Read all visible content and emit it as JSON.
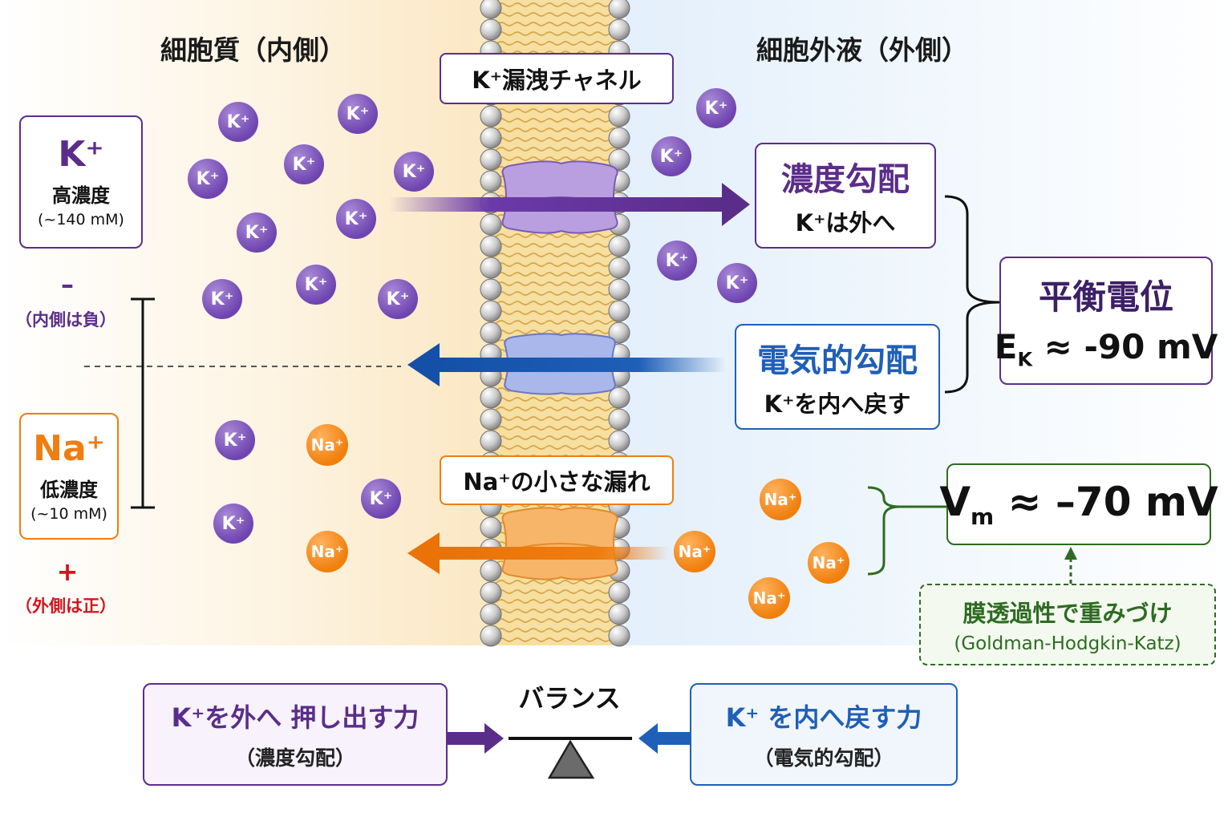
{
  "titles": {
    "inside": "細胞質（内側）",
    "outside": "細胞外液（外側）"
  },
  "k_box": {
    "ion": "K⁺",
    "level": "高濃度",
    "conc": "(~140 mM)"
  },
  "na_box": {
    "ion": "Na⁺",
    "level": "低濃度",
    "conc": "(~10 mM)"
  },
  "signs": {
    "minus": "–",
    "minus_note": "（内側は負）",
    "plus": "+",
    "plus_note": "（外側は正）"
  },
  "ion_labels": {
    "k": "K⁺",
    "na": "Na⁺"
  },
  "channel_labels": {
    "k_leak": "K⁺漏洩チャネル",
    "na_leak": "Na⁺の小さな漏れ"
  },
  "conc_gradient": {
    "title": "濃度勾配",
    "desc": "K⁺は外へ"
  },
  "elec_gradient": {
    "title": "電気的勾配",
    "desc": "K⁺を内へ戻す"
  },
  "equilibrium": {
    "title": "平衡電位",
    "value_prefix": "E",
    "value_sub": "K",
    "value": " ≈ -90 mV"
  },
  "membrane_potential": {
    "prefix": "V",
    "sub": "m",
    "value": " ≈ –70 mV"
  },
  "weighting": {
    "title": "膜透過性で重みづけ",
    "sub": "(Goldman-Hodgkin-Katz)"
  },
  "balance": {
    "label": "バランス",
    "left": {
      "title": "K⁺を外へ 押し出す力",
      "sub": "（濃度勾配）"
    },
    "right": {
      "title": "K⁺ を内へ戻す力",
      "sub": "（電気的勾配）"
    }
  },
  "colors": {
    "purple": "#5b2d8a",
    "blue": "#1f5fb8",
    "orange": "#ef7d10",
    "green": "#2e6b22",
    "red": "#d4141c",
    "channel_k": "#b79ee0",
    "channel_na": "#f7b56a"
  }
}
